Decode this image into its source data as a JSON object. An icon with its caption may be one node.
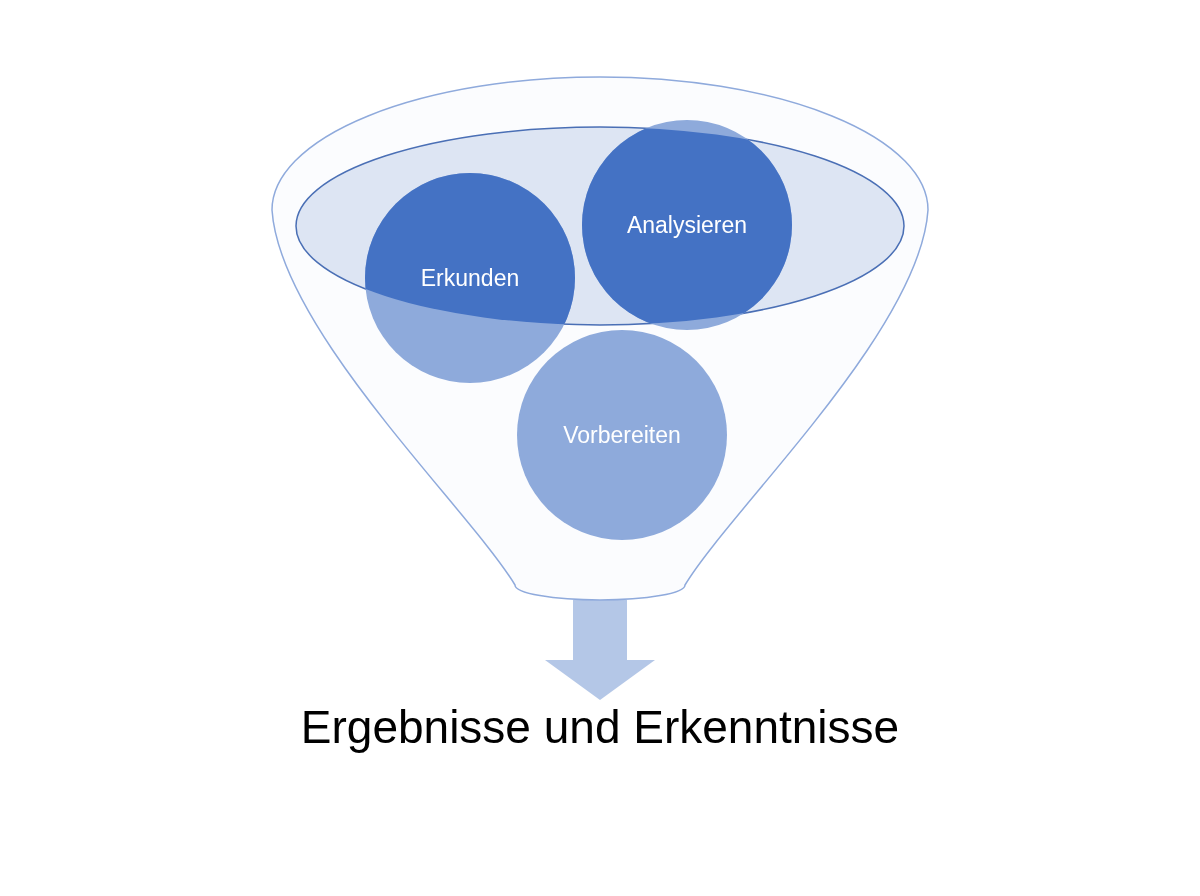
{
  "diagram": {
    "nodes": [
      {
        "text": [],
        "shape": "funnel"
      },
      {
        "text": [
          "Erkunden"
        ],
        "in": 0
      },
      {
        "text": [
          "Analysieren"
        ],
        "in": 0
      },
      {
        "text": [
          "Vorbereiten"
        ],
        "in": 0
      },
      {
        "text": [
          "Ergebnisse und Erkenntnisse"
        ]
      }
    ],
    "edges": [
      {
        "from": 0,
        "to": 4,
        "arrow": "to",
        "style": "thick"
      }
    ]
  }
}
